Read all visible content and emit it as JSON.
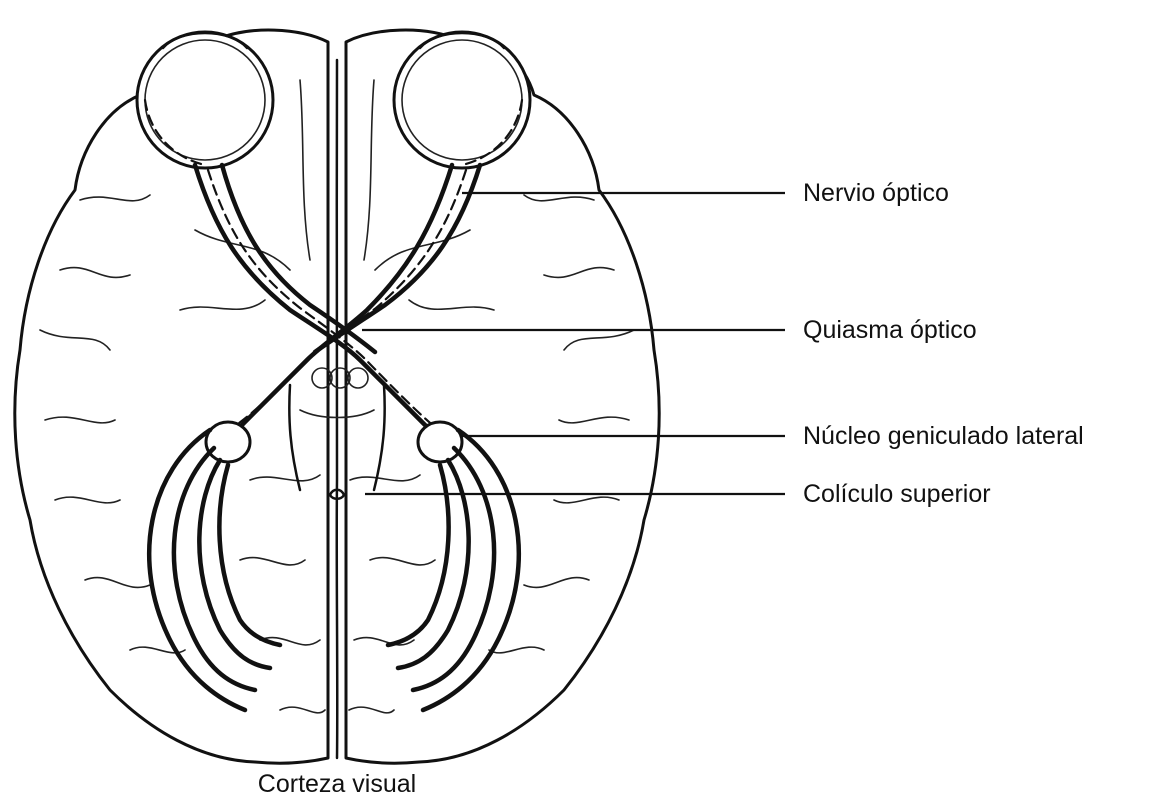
{
  "labels": {
    "optic_nerve": "Nervio óptico",
    "optic_chiasm": "Quiasma óptico",
    "lateral_geniculate": "Núcleo geniculado lateral",
    "superior_colliculus": "Colículo superior",
    "visual_cortex": "Corteza visual"
  }
}
